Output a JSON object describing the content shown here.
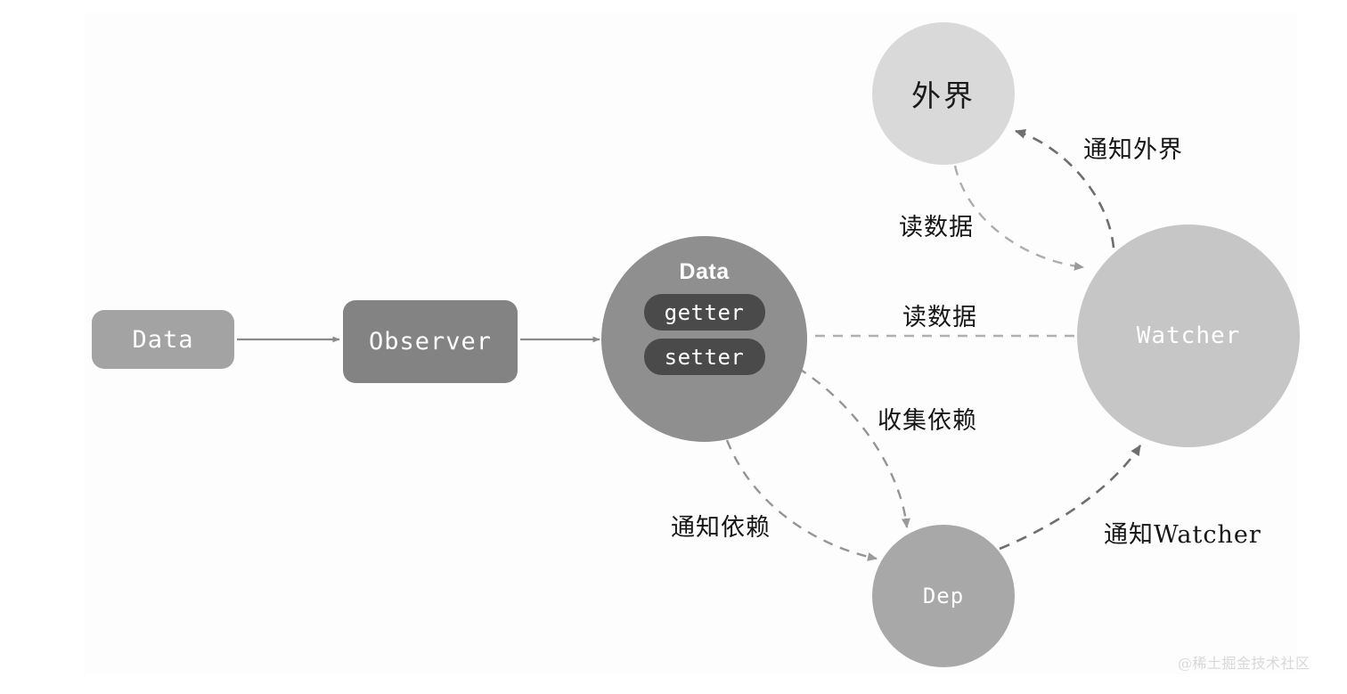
{
  "diagram": {
    "title": "Vue Reactivity Observer Diagram",
    "background": "#ffffff",
    "canvas_background": "#fdfdfd",
    "nodes": {
      "data_box": {
        "label": "Data",
        "shape": "rounded-rect",
        "color": "#a3a3a3",
        "text_color": "#ffffff"
      },
      "observer_box": {
        "label": "Observer",
        "shape": "rounded-rect",
        "color": "#838383",
        "text_color": "#ffffff"
      },
      "data_circle": {
        "label": "Data",
        "shape": "circle",
        "color": "#8f8f8f",
        "text_color": "#ffffff",
        "accessors": [
          {
            "label": "getter",
            "color": "#4a4a4a"
          },
          {
            "label": "setter",
            "color": "#4a4a4a"
          }
        ]
      },
      "outside_circle": {
        "label": "外界",
        "shape": "circle",
        "color": "#d9d9d9",
        "text_color": "#1a1a1a"
      },
      "watcher_circle": {
        "label": "Watcher",
        "shape": "circle",
        "color": "#c6c6c6",
        "text_color": "#ffffff"
      },
      "dep_circle": {
        "label": "Dep",
        "shape": "circle",
        "color": "#a8a8a8",
        "text_color": "#ffffff"
      }
    },
    "edges": [
      {
        "id": "data-to-observer",
        "from": "data_box",
        "to": "observer_box",
        "label": "",
        "style": "solid",
        "color": "#8a8a8a"
      },
      {
        "id": "observer-to-data-circle",
        "from": "observer_box",
        "to": "data_circle",
        "label": "",
        "style": "solid",
        "color": "#8a8a8a"
      },
      {
        "id": "watcher-to-getter",
        "from": "watcher_circle",
        "to": "data_circle",
        "label": "读数据",
        "style": "dashed",
        "color": "#a8a8a8"
      },
      {
        "id": "outside-to-watcher",
        "from": "outside_circle",
        "to": "watcher_circle",
        "label": "读数据",
        "style": "dashed",
        "color": "#a8a8a8"
      },
      {
        "id": "watcher-to-outside",
        "from": "watcher_circle",
        "to": "outside_circle",
        "label": "通知外界",
        "style": "dashed",
        "color": "#6e6e6e"
      },
      {
        "id": "data-to-dep-collect",
        "from": "data_circle",
        "to": "dep_circle",
        "label": "收集依赖",
        "style": "dashed",
        "color": "#8a8a8a"
      },
      {
        "id": "data-to-dep-notify",
        "from": "data_circle",
        "to": "dep_circle",
        "label": "通知依赖",
        "style": "dashed",
        "color": "#8a8a8a"
      },
      {
        "id": "dep-to-watcher",
        "from": "dep_circle",
        "to": "watcher_circle",
        "label": "通知Watcher",
        "style": "dashed",
        "color": "#6e6e6e"
      }
    ],
    "labels": {
      "notify_outside": "通知外界",
      "read_data_upper": "读数据",
      "read_data_middle": "读数据",
      "collect_dependency": "收集依赖",
      "notify_dependency": "通知依赖",
      "notify_watcher": "通知Watcher"
    },
    "watermark": "@稀土掘金技术社区"
  }
}
